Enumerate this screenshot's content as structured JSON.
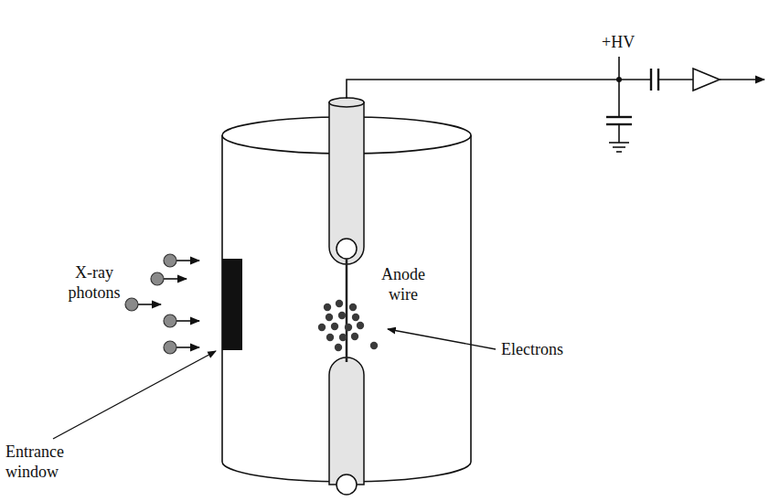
{
  "diagram": {
    "labels": [
      "+HV",
      "X-ray photons",
      "Anode wire",
      "Electrons",
      "Entrance window"
    ]
  }
}
